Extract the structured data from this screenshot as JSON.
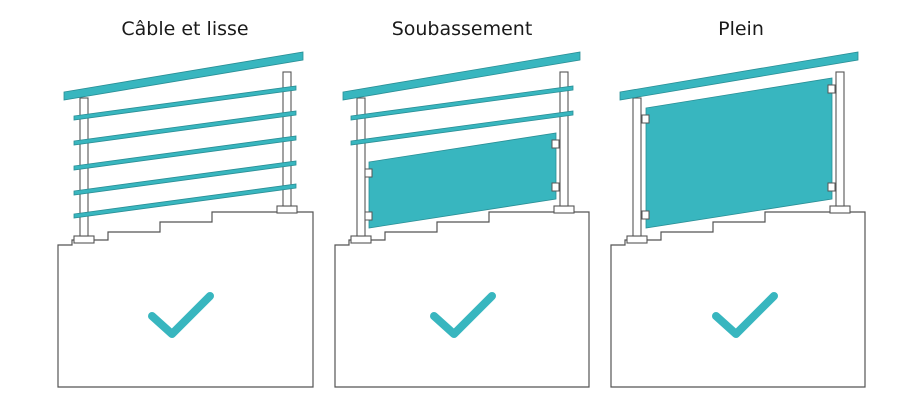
{
  "panels": [
    {
      "title": "Câble et lisse",
      "type": "cable"
    },
    {
      "title": "Soubassement",
      "type": "lower-panel"
    },
    {
      "title": "Plein",
      "type": "full-panel"
    }
  ],
  "colors": {
    "accent": "#38b6bf",
    "stroke": "#555555",
    "background": "#ffffff"
  },
  "icons": {
    "check": "check-icon"
  }
}
